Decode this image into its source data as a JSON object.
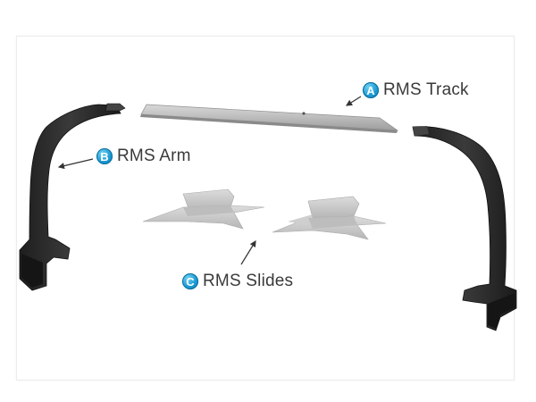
{
  "callouts": [
    {
      "id": "A",
      "label": "RMS Track"
    },
    {
      "id": "B",
      "label": "RMS Arm"
    },
    {
      "id": "C",
      "label": "RMS Slides"
    }
  ],
  "colors": {
    "badge": "#1c9bd4",
    "arm": "#2b2b2b",
    "track": "#b5b5b5",
    "slide": "#c9c9c9",
    "text": "#3a3a3a"
  }
}
